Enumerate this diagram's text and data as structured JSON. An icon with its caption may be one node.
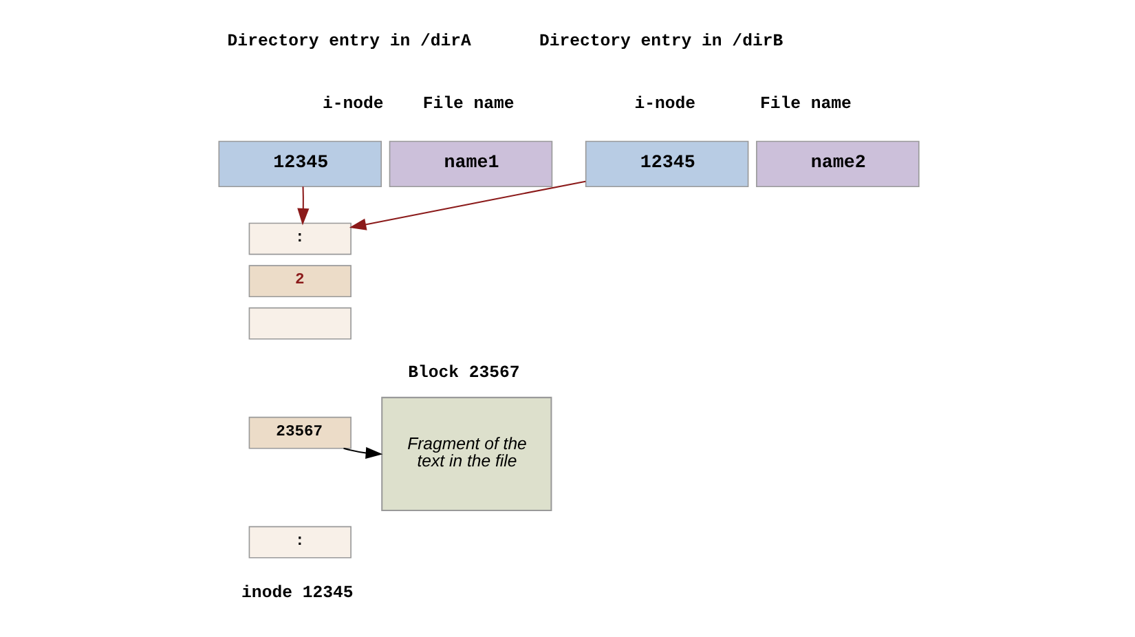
{
  "diagram": {
    "nodes": [
      {
        "text": [
          "12345"
        ]
      },
      {
        "text": [
          "name1"
        ]
      },
      {
        "text": [
          "12345"
        ]
      },
      {
        "text": [
          "name2"
        ]
      },
      {
        "text": [
          ":"
        ]
      },
      {
        "text": [
          "2"
        ]
      },
      {
        "text": [],
        "shape": "box"
      },
      {
        "text": [
          "23567"
        ]
      },
      {
        "text": [
          ":"
        ]
      },
      {
        "text": [
          "Fragment of the text in the file"
        ],
        "beside": [
          "Block 23567"
        ]
      }
    ],
    "edges": [
      {
        "from": 0,
        "to": 4,
        "arrow": "to",
        "color": "#8b1a1a"
      },
      {
        "from": 2,
        "to": 4,
        "arrow": "to",
        "color": "#8b1a1a"
      },
      {
        "from": 7,
        "to": 9,
        "arrow": "to",
        "color": "#000000"
      }
    ],
    "labels": [
      "Directory entry in /dirA",
      "i-node",
      "File name",
      "Directory entry in /dirB",
      "i-node",
      "File name",
      "inode 12345"
    ]
  }
}
